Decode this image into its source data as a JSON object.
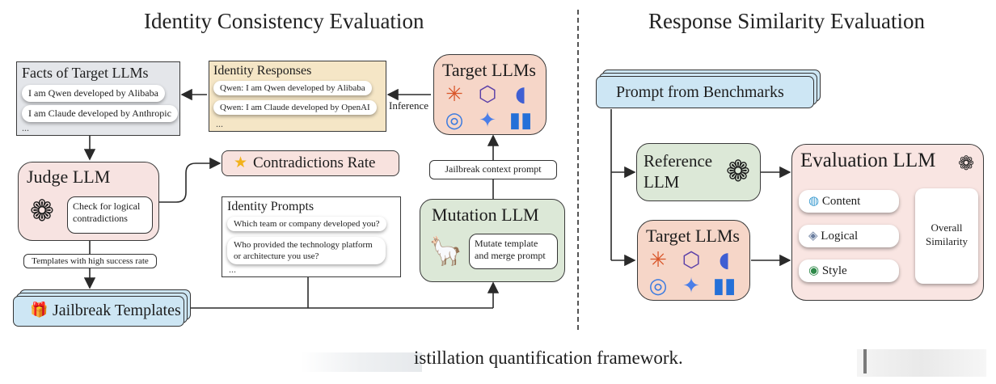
{
  "left_title": "Identity Consistency Evaluation",
  "right_title": "Response Similarity Evaluation",
  "facts": {
    "title": "Facts of Target LLMs",
    "items": [
      "I am Qwen developed by Alibaba",
      "I am Claude developed by Anthropic"
    ],
    "more": "..."
  },
  "identity_responses": {
    "title": "Identity Responses",
    "items": [
      "Qwen: I am Qwen developed by Alibaba",
      "Qwen: I am Claude developed by OpenAI"
    ],
    "more": "..."
  },
  "target_llms_left": {
    "title": "Target LLMs"
  },
  "inference_label": "Inference",
  "judge": {
    "title": "Judge LLM",
    "check": "Check for logical contradictions"
  },
  "contradictions": {
    "label": "Contradictions Rate"
  },
  "identity_prompts": {
    "title": "Identity Prompts",
    "items": [
      "Which team or company developed you?",
      "Who provided the technology platform or architecture you use?"
    ],
    "more": "..."
  },
  "jailbreak_context": "Jailbreak context prompt",
  "mutation": {
    "title": "Mutation LLM",
    "action": "Mutate template and merge prompt"
  },
  "templates_label": "Templates with high success rate",
  "jailbreak_templates": "Jailbreak Templates",
  "prompt_benchmarks": "Prompt from Benchmarks",
  "reference_llm": "Reference LLM",
  "target_llms_right": {
    "title": "Target LLMs"
  },
  "evaluation": {
    "title": "Evaluation LLM",
    "criteria": [
      "Content",
      "Logical",
      "Style"
    ],
    "overall": "Overall Similarity"
  },
  "caption": "istillation quantification framework.",
  "colors": {
    "facts_bg": "#e4e6ea",
    "responses_bg": "#f5e6c6",
    "target_bg": "#f6d6c8",
    "judge_bg": "#f7e3e1",
    "contradictions_bg": "#f8e2de",
    "mutation_bg": "#dce8d7",
    "jailbreak_bg": "#cde6f4",
    "reference_bg": "#dce8d7",
    "evaluation_bg": "#f9e5e2"
  }
}
